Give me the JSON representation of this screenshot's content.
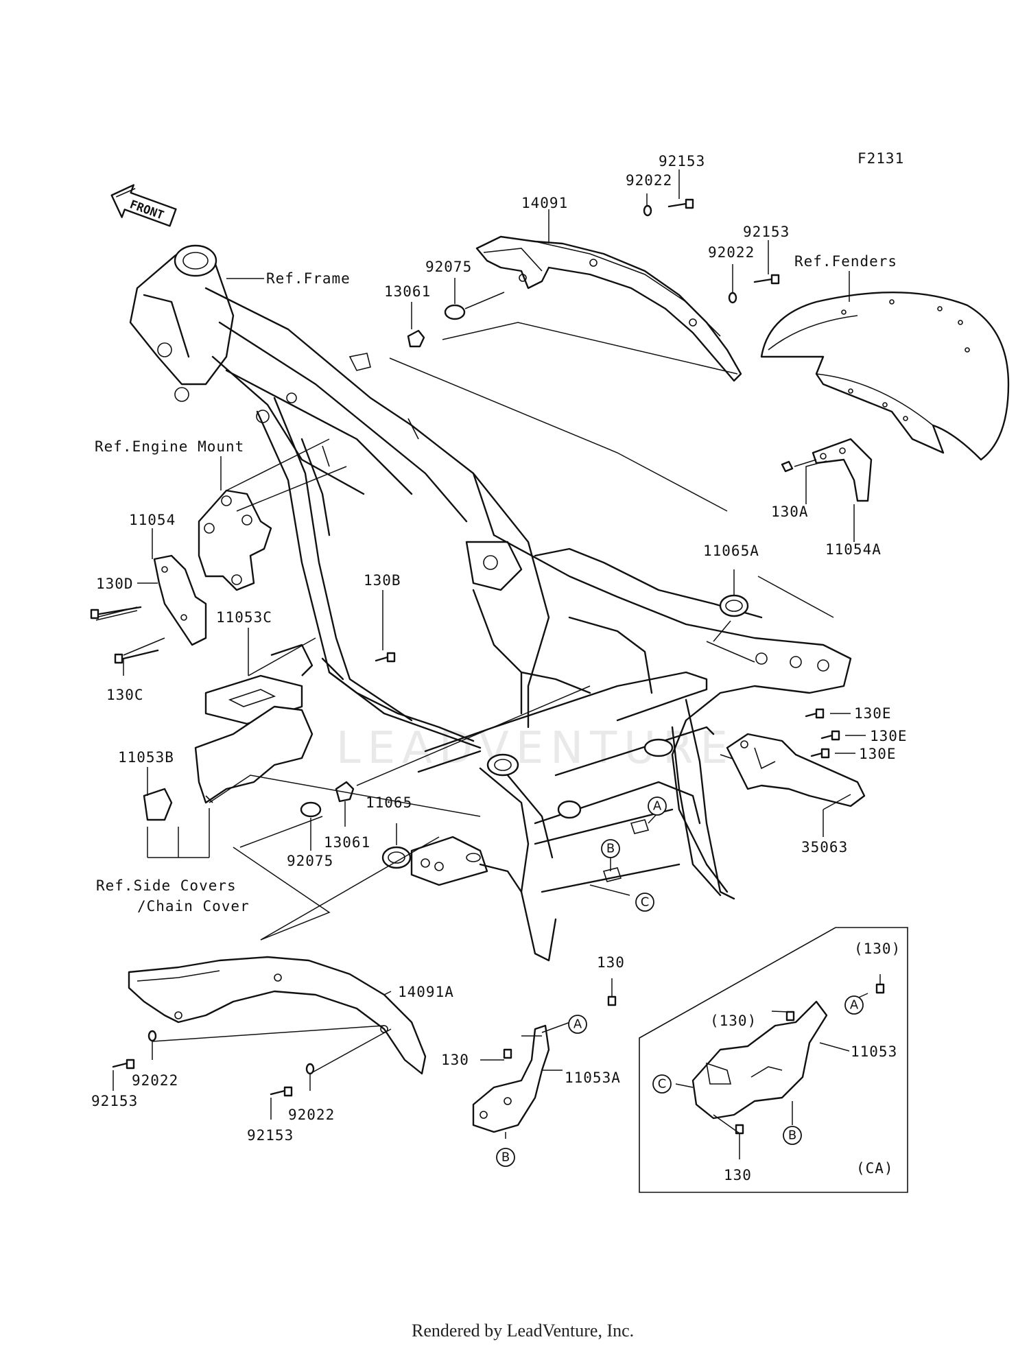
{
  "diagram_code": "F2131",
  "watermark": "LEADVENTURE",
  "footer": "Rendered by LeadVenture, Inc.",
  "front_arrow": "FRONT",
  "labels": {
    "ref_frame": "Ref.Frame",
    "ref_fenders": "Ref.Fenders",
    "ref_engine_mount": "Ref.Engine Mount",
    "ref_side_covers_1": "Ref.Side Covers",
    "ref_side_covers_2": "/Chain Cover",
    "p14091": "14091",
    "p14091A": "14091A",
    "p92153_a": "92153",
    "p92153_b": "92153",
    "p92153_c": "92153",
    "p92153_d": "92153",
    "p92022_a": "92022",
    "p92022_b": "92022",
    "p92022_c": "92022",
    "p92022_d": "92022",
    "p92075_a": "92075",
    "p92075_b": "92075",
    "p13061_a": "13061",
    "p13061_b": "13061",
    "p130A": "130A",
    "p11054A": "11054A",
    "p11054": "11054",
    "p130D": "130D",
    "p130C": "130C",
    "p130B": "130B",
    "p11053C": "11053C",
    "p11053B": "11053B",
    "p11065A": "11065A",
    "p11065": "11065",
    "p130E_a": "130E",
    "p130E_b": "130E",
    "p130E_c": "130E",
    "p35063": "35063",
    "p130_a": "130",
    "p130_b": "130",
    "p11053A": "11053A",
    "p130_paren_a": "(130)",
    "p130_paren_b": "(130)",
    "p11053": "11053",
    "p130_c": "130",
    "ca": "(CA)"
  },
  "callouts": {
    "A": "A",
    "B": "B",
    "C": "C"
  }
}
